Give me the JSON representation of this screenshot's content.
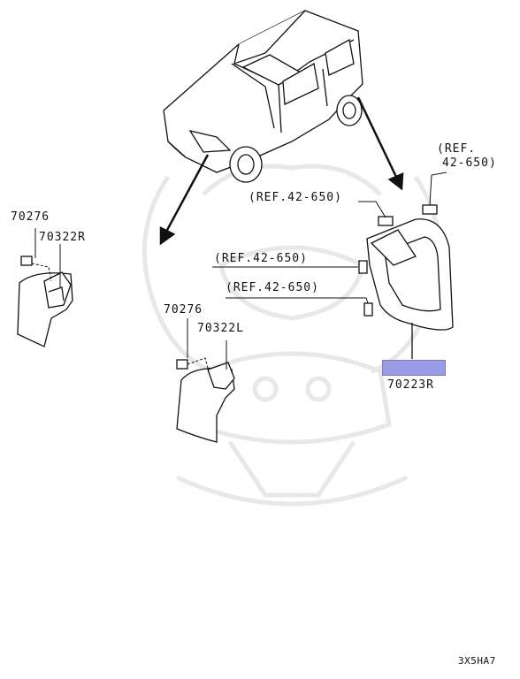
{
  "colors": {
    "line": "#111111",
    "highlight": "#9a9ae6",
    "watermark": "#e6e6e6"
  },
  "labels": {
    "ref_top_right_l1": "(REF.",
    "ref_top_right_l2": "42-650)",
    "ref_1": "(REF.42-650)",
    "ref_2": "(REF.42-650)",
    "ref_3": "(REF.42-650)",
    "part_70276_a": "70276",
    "part_70322R": "70322R",
    "part_70276_b": "70276",
    "part_70322L": "70322L",
    "part_70223R": "70223R"
  },
  "footer_code": "3X5HA7"
}
